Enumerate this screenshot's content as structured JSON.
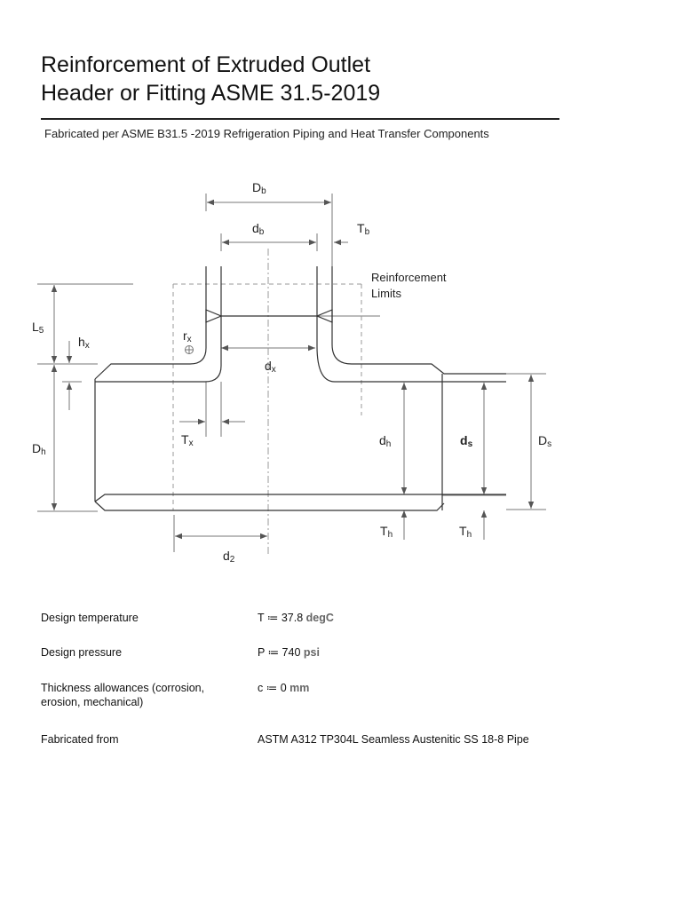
{
  "header": {
    "title_line1": "Reinforcement of Extruded Outlet",
    "title_line2": "Header or Fitting ASME 31.5-2019",
    "subtitle": "Fabricated per ASME B31.5 -2019 Refrigeration Piping and Heat Transfer Components"
  },
  "diagram": {
    "labels": {
      "Db_main": "D",
      "Db_sub": "b",
      "db_main": "d",
      "db_sub": "b",
      "Tb_main": "T",
      "Tb_sub": "b",
      "reinforcement_line1": "Reinforcement",
      "reinforcement_line2": "Limits",
      "L5_main": "L",
      "L5_sub": "5",
      "hx_main": "h",
      "hx_sub": "x",
      "rx_main": "r",
      "rx_sub": "x",
      "dx_main": "d",
      "dx_sub": "x",
      "Dh_main": "D",
      "Dh_sub": "h",
      "Tx_main": "T",
      "Tx_sub": "x",
      "dh_main": "d",
      "dh_sub": "h",
      "ds_main": "d",
      "ds_sub": "s",
      "Ds_main": "D",
      "Ds_sub": "s",
      "Th1_main": "T",
      "Th1_sub": "h",
      "Th2_main": "T",
      "Th2_sub": "h",
      "d2_main": "d",
      "d2_sub": "2"
    }
  },
  "parameters": [
    {
      "label": "Design temperature",
      "expr": "T ≔ 37.8 ",
      "unit": "degC"
    },
    {
      "label": "Design pressure",
      "expr": "P ≔ 740 ",
      "unit": "psi"
    },
    {
      "label": "Thickness allowances (corrosion, erosion, mechanical)",
      "expr": "c ≔ 0 ",
      "unit": "mm"
    },
    {
      "label": "Fabricated from",
      "expr": "ASTM A312 TP304L Seamless Austenitic SS 18-8 Pipe",
      "unit": ""
    }
  ]
}
